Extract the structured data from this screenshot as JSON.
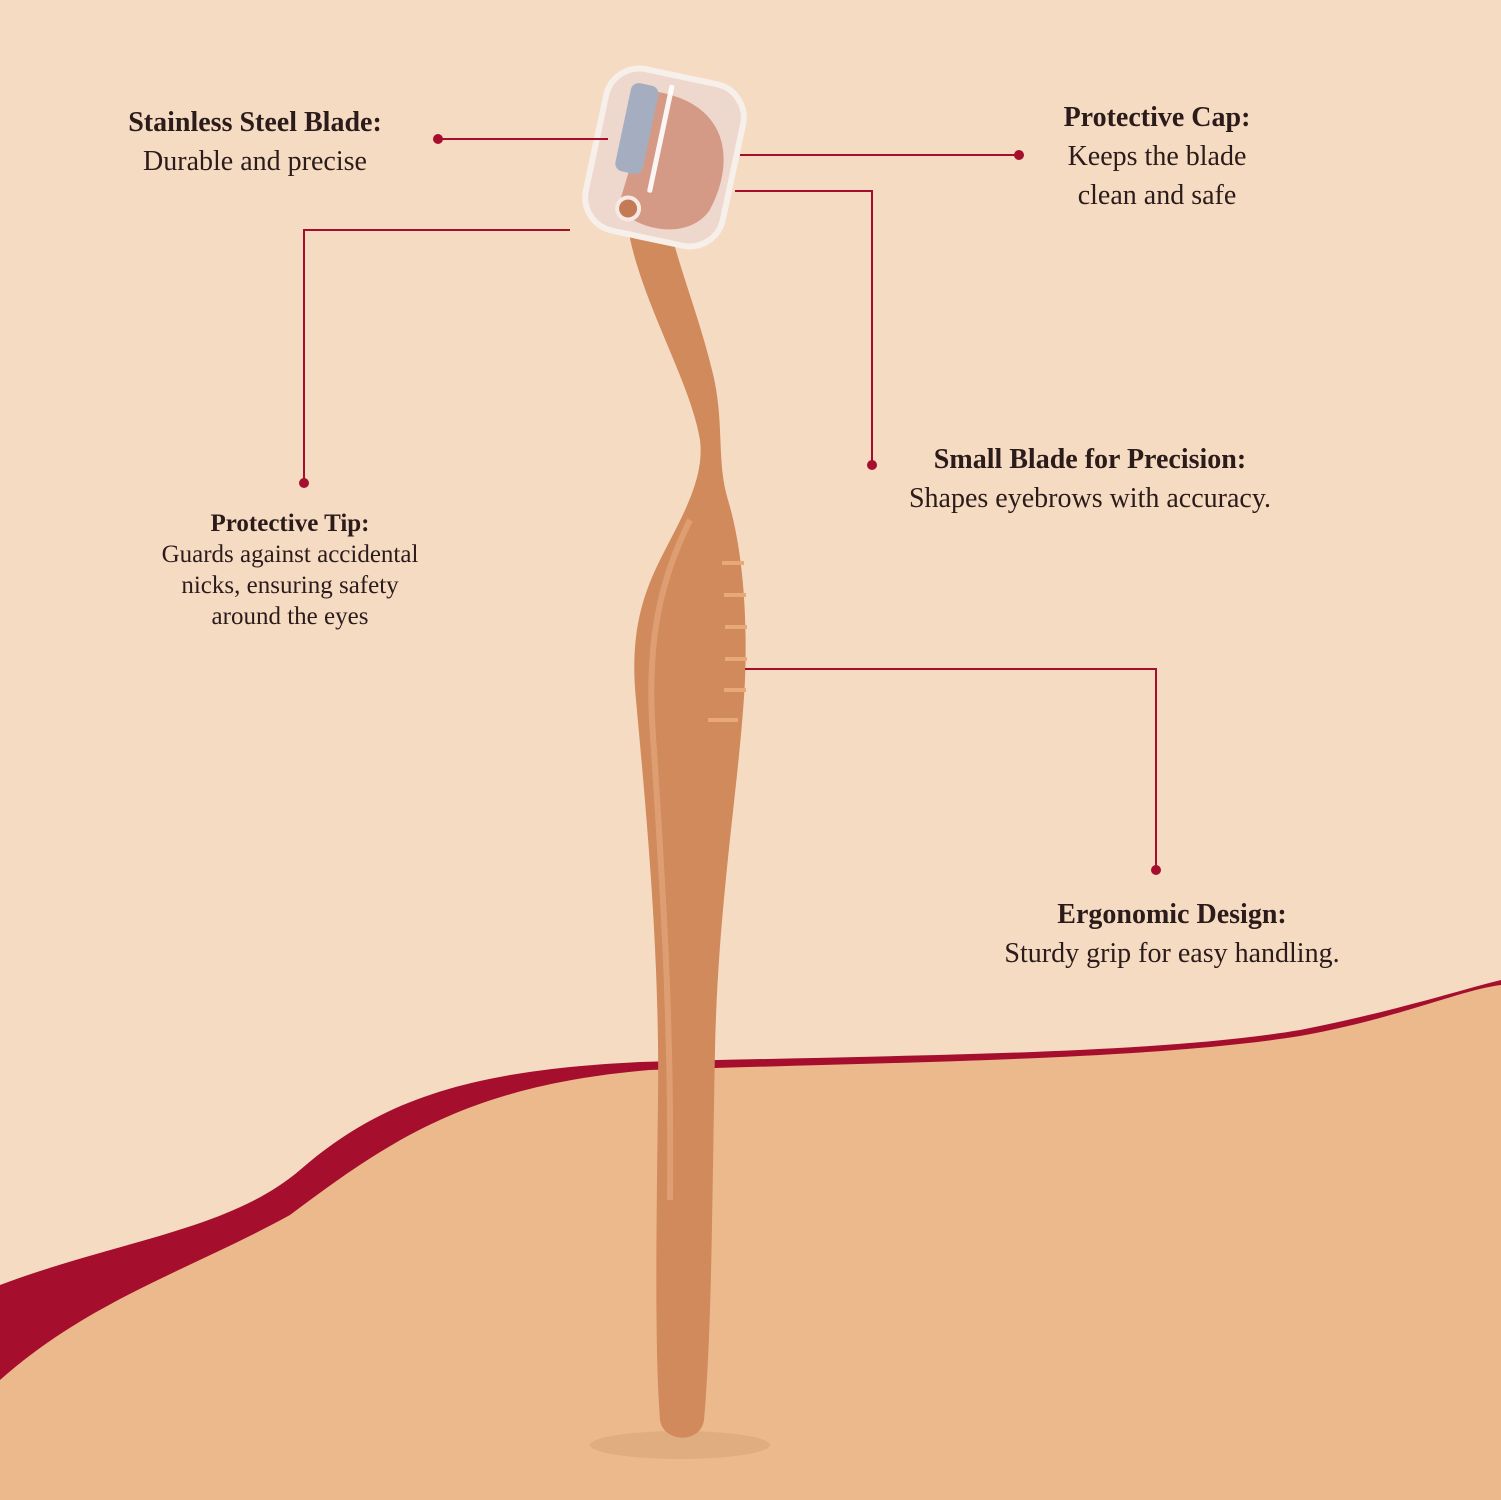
{
  "colors": {
    "background": "#f6dbc3",
    "wave": "#ecb98c",
    "accent": "#a50f2d",
    "razor": "#d08a5c"
  },
  "callouts": {
    "blade": {
      "title": "Stainless Steel Blade:",
      "lines": [
        "Durable and precise"
      ]
    },
    "cap": {
      "title": "Protective Cap:",
      "lines": [
        "Keeps the blade",
        "clean and safe"
      ]
    },
    "tip": {
      "title": "Protective Tip:",
      "lines": [
        "Guards against accidental",
        "nicks, ensuring safety",
        "around the eyes"
      ]
    },
    "small_blade": {
      "title": "Small Blade for Precision:",
      "lines": [
        "Shapes eyebrows with accuracy."
      ]
    },
    "ergonomic": {
      "title": "Ergonomic Design:",
      "lines": [
        "Sturdy grip for easy handling."
      ]
    }
  }
}
